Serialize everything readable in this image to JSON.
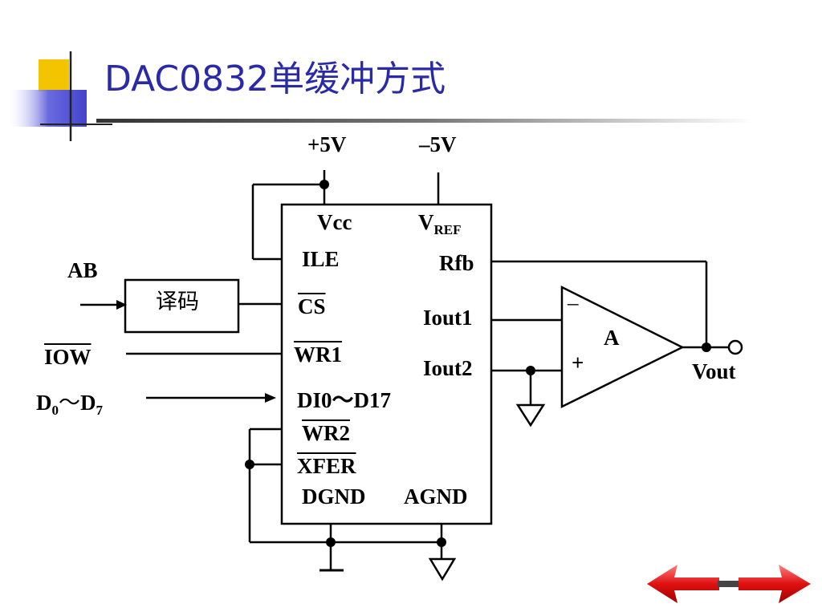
{
  "slide": {
    "title": "DAC0832单缓冲方式"
  },
  "circuit": {
    "supply_pos": "+5V",
    "supply_neg": "–5V",
    "bus_ab": "AB",
    "decoder": "译码",
    "iow": "IOW",
    "data_in": {
      "d": "D",
      "sub0": "0",
      "tilde": "～",
      "d2": "D",
      "sub7": "7"
    },
    "pins": {
      "vcc": "Vcc",
      "vref_v": "V",
      "vref_sub": "REF",
      "ile": "ILE",
      "cs": "CS",
      "wr1": "WR1",
      "di": "DI0～D17",
      "wr2": "WR2",
      "xfer": "XFER",
      "dgnd": "DGND",
      "agnd": "AGND",
      "rfb": "Rfb",
      "iout1": "Iout1",
      "iout2": "Iout2"
    },
    "opamp": {
      "label": "A",
      "minus": "–",
      "plus": "+"
    },
    "vout": "Vout"
  },
  "colors": {
    "title": "#2a2aa8",
    "deco_yellow": "#f5c400",
    "deco_blue": "#5b5bd6",
    "nav_arrow": "#e02020"
  },
  "nav": {
    "left_icon": "arrow-left-icon",
    "right_icon": "arrow-right-icon"
  }
}
